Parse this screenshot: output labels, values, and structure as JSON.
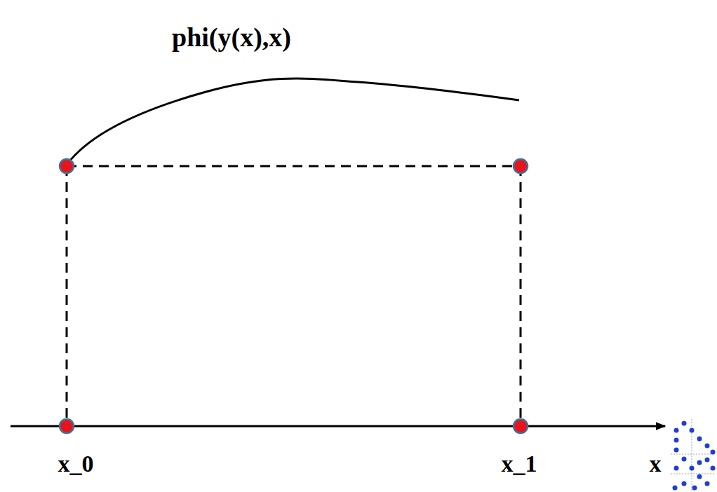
{
  "diagram": {
    "title": "phi(y(x),x)",
    "labels": [
      "x_0",
      "x_1",
      "x"
    ]
  }
}
